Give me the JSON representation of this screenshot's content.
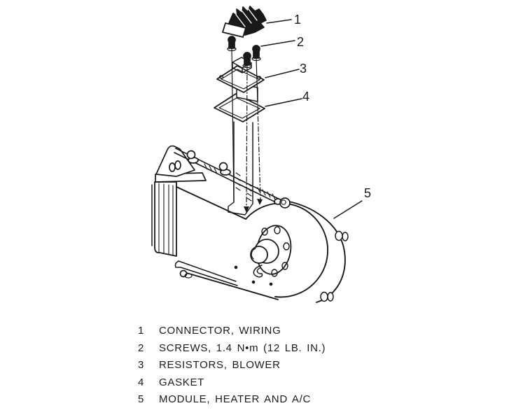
{
  "colors": {
    "ink": "#1a1a1a",
    "background": "#ffffff"
  },
  "callouts": [
    "1",
    "2",
    "3",
    "4",
    "5"
  ],
  "legend": {
    "items": [
      {
        "num": "1",
        "label": "CONNECTOR, WIRING"
      },
      {
        "num": "2",
        "label": "SCREWS, 1.4 N•m (12 LB. IN.)"
      },
      {
        "num": "3",
        "label": "RESISTORS, BLOWER"
      },
      {
        "num": "4",
        "label": "GASKET"
      },
      {
        "num": "5",
        "label": "MODULE, HEATER AND A/C"
      }
    ]
  }
}
